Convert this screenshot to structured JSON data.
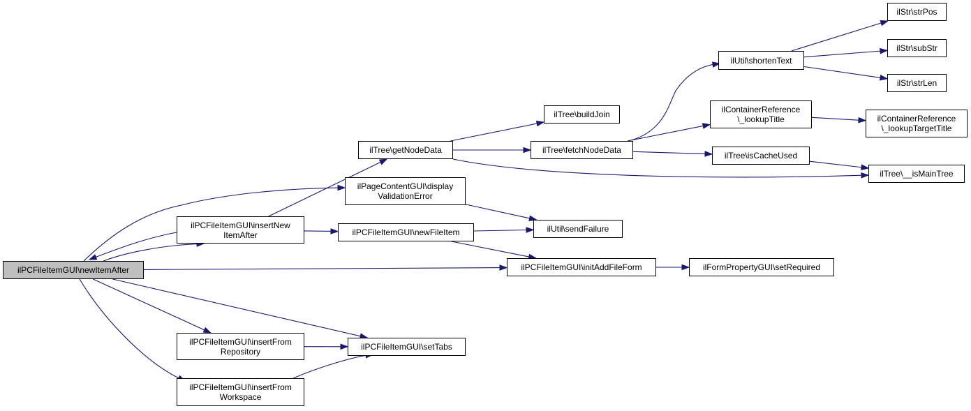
{
  "diagram_title": "",
  "colors": {
    "edge": "#191970",
    "root_fill": "#bfbfbf",
    "node_fill": "#ffffff",
    "border": "#000000"
  },
  "nodes": {
    "new_item_after": {
      "lines": [
        "ilPCFileItemGUI\\newItemAfter"
      ],
      "highlighted": true
    },
    "insert_new_item_after": {
      "lines": [
        "ilPCFileItemGUI\\insertNew",
        "ItemAfter"
      ]
    },
    "insert_from_repository": {
      "lines": [
        "ilPCFileItemGUI\\insertFrom",
        "Repository"
      ]
    },
    "insert_from_workspace": {
      "lines": [
        "ilPCFileItemGUI\\insertFrom",
        "Workspace"
      ]
    },
    "get_node_data": {
      "lines": [
        "ilTree\\getNodeData"
      ]
    },
    "display_validation_error": {
      "lines": [
        "ilPageContentGUI\\display",
        "ValidationError"
      ]
    },
    "new_file_item": {
      "lines": [
        "ilPCFileItemGUI\\newFileItem"
      ]
    },
    "set_tabs": {
      "lines": [
        "ilPCFileItemGUI\\setTabs"
      ]
    },
    "build_join": {
      "lines": [
        "ilTree\\buildJoin"
      ]
    },
    "fetch_node_data": {
      "lines": [
        "ilTree\\fetchNodeData"
      ]
    },
    "send_failure": {
      "lines": [
        "ilUtil\\sendFailure"
      ]
    },
    "init_add_file_form": {
      "lines": [
        "ilPCFileItemGUI\\initAddFileForm"
      ]
    },
    "shorten_text": {
      "lines": [
        "ilUtil\\shortenText"
      ]
    },
    "lookup_title": {
      "lines": [
        "ilContainerReference",
        "\\_lookupTitle"
      ]
    },
    "is_cache_used": {
      "lines": [
        "ilTree\\isCacheUsed"
      ]
    },
    "set_required": {
      "lines": [
        "ilFormPropertyGUI\\setRequired"
      ]
    },
    "str_pos": {
      "lines": [
        "ilStr\\strPos"
      ]
    },
    "sub_str": {
      "lines": [
        "ilStr\\subStr"
      ]
    },
    "str_len": {
      "lines": [
        "ilStr\\strLen"
      ]
    },
    "lookup_target_title": {
      "lines": [
        "ilContainerReference",
        "\\_lookupTargetTitle"
      ]
    },
    "is_main_tree": {
      "lines": [
        "ilTree\\__isMainTree"
      ]
    }
  },
  "edges": [
    {
      "from": "new_item_after",
      "to": "insert_new_item_after"
    },
    {
      "from": "new_item_after",
      "to": "display_validation_error"
    },
    {
      "from": "new_item_after",
      "to": "init_add_file_form"
    },
    {
      "from": "new_item_after",
      "to": "insert_from_repository"
    },
    {
      "from": "new_item_after",
      "to": "set_tabs"
    },
    {
      "from": "new_item_after",
      "to": "insert_from_workspace"
    },
    {
      "from": "insert_new_item_after",
      "to": "new_item_after"
    },
    {
      "from": "insert_new_item_after",
      "to": "get_node_data"
    },
    {
      "from": "insert_new_item_after",
      "to": "new_file_item"
    },
    {
      "from": "get_node_data",
      "to": "build_join"
    },
    {
      "from": "get_node_data",
      "to": "fetch_node_data"
    },
    {
      "from": "get_node_data",
      "to": "is_main_tree"
    },
    {
      "from": "fetch_node_data",
      "to": "shorten_text"
    },
    {
      "from": "fetch_node_data",
      "to": "lookup_title"
    },
    {
      "from": "fetch_node_data",
      "to": "is_cache_used"
    },
    {
      "from": "shorten_text",
      "to": "str_pos"
    },
    {
      "from": "shorten_text",
      "to": "sub_str"
    },
    {
      "from": "shorten_text",
      "to": "str_len"
    },
    {
      "from": "lookup_title",
      "to": "lookup_target_title"
    },
    {
      "from": "is_cache_used",
      "to": "is_main_tree"
    },
    {
      "from": "display_validation_error",
      "to": "send_failure"
    },
    {
      "from": "new_file_item",
      "to": "send_failure"
    },
    {
      "from": "new_file_item",
      "to": "init_add_file_form"
    },
    {
      "from": "init_add_file_form",
      "to": "set_required"
    },
    {
      "from": "insert_from_repository",
      "to": "set_tabs"
    },
    {
      "from": "insert_from_workspace",
      "to": "set_tabs"
    }
  ]
}
